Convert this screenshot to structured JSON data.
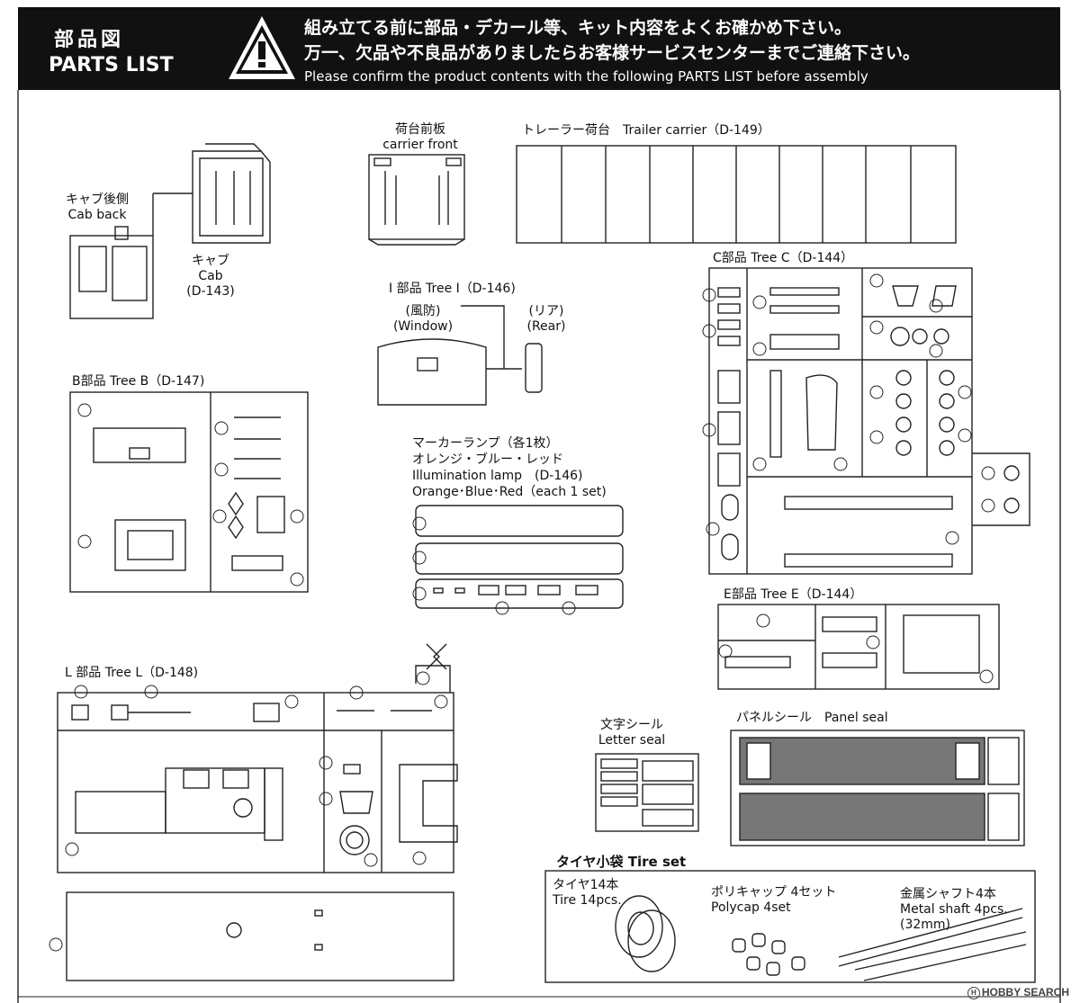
{
  "header": {
    "title_jp": "部品図",
    "title_en": "PARTS LIST",
    "line1": "組み立てる前に部品・デカール等、キット内容をよくお確かめ下さい。",
    "line2": "万一、欠品や不良品がありましたらお客様サービスセンターまでご連絡下さい。",
    "line3": "Please confirm the product contents with the following PARTS LIST before assembly"
  },
  "parts": {
    "carrier_front": {
      "jp": "荷台前板",
      "en": "carrier front"
    },
    "trailer_carrier": {
      "text": "トレーラー荷台　Trailer carrier（D-149）"
    },
    "cab_back": {
      "jp": "キャブ後側",
      "en": "Cab back"
    },
    "cab": {
      "jp": "キャブ",
      "en": "Cab",
      "code": "(D-143)"
    },
    "tree_i": {
      "title": "I 部品 Tree I（D-146)",
      "window_jp": "(風防)",
      "window_en": "(Window)",
      "rear_jp": "(リア)",
      "rear_en": "(Rear)"
    },
    "tree_c": {
      "title": "C部品 Tree C（D-144）"
    },
    "tree_b": {
      "title": "B部品 Tree B（D-147)"
    },
    "marker": {
      "line1": "マーカーランプ（各1枚）",
      "line2": "オレンジ・ブルー・レッド",
      "line3": "Illumination lamp　(D-146)",
      "line4": "Orange･Blue･Red（each 1 set)"
    },
    "tree_e": {
      "title": "E部品 Tree E（D-144）"
    },
    "tree_l": {
      "title": "L 部品 Tree L（D-148)"
    },
    "letter_seal": {
      "jp": "文字シール",
      "en": "Letter seal"
    },
    "panel_seal": {
      "text": "パネルシール　Panel seal"
    },
    "tire_set": {
      "title": "タイヤ小袋 Tire set",
      "tire_jp": "タイヤ14本",
      "tire_en": "Tire 14pcs.",
      "polycap_jp": "ポリキャップ 4セット",
      "polycap_en": "Polycap 4set",
      "shaft_jp": "金属シャフト4本",
      "shaft_en": "Metal shaft 4pcs.",
      "shaft_size": "(32mm)"
    }
  },
  "watermark": "HOBBY SEARCH"
}
